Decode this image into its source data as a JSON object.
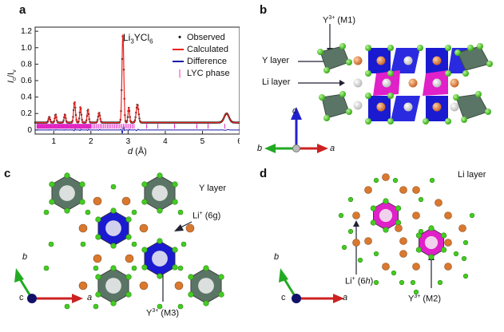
{
  "panels": {
    "a": {
      "letter": "a",
      "compound_main": "Li",
      "compound_sub1": "3",
      "compound_mid": "YCl",
      "compound_sub2": "6",
      "legend": [
        "Observed",
        "Calculated",
        "Difference",
        "LYC phase"
      ],
      "ylabel_I": "I",
      "ylabel_o": "o",
      "ylabel_slash": "/I",
      "ylabel_v": "v",
      "xlabel_d": "d",
      "xlabel_unit": " (Å)"
    },
    "b": {
      "letter": "b",
      "m1_label_prefix": "Y",
      "m1_label_sup": "3+",
      "m1_label_suffix": " (M1)",
      "y_layer": "Y layer",
      "li_layer": "Li layer",
      "axis_c": "c",
      "axis_b": "b",
      "axis_a": "a"
    },
    "c": {
      "letter": "c",
      "y_layer": "Y layer",
      "li_label_prefix": "Li",
      "li_label_sup": "+",
      "li_label_suffix": " (6g)",
      "m3_label_prefix": "Y",
      "m3_label_sup": "3+",
      "m3_label_suffix": " (M3)",
      "axis_b": "b",
      "axis_c": "c",
      "axis_a": "a"
    },
    "d": {
      "letter": "d",
      "li_layer": "Li layer",
      "li_label_prefix": "Li",
      "li_label_sup": "+",
      "li_label_suffix": " (6h)",
      "m2_label_prefix": "Y",
      "m2_label_sup": "3+",
      "m2_label_suffix": " (M2)",
      "axis_b": "b",
      "axis_c": "c",
      "axis_a": "a"
    }
  },
  "colors": {
    "observed": "#111111",
    "calculated": "#e8231f",
    "difference": "#1a1aa8",
    "lyc_phase": "#e020c0",
    "cl_green": "#44cc22",
    "li_orange": "#d9782e",
    "y_octa_gray": "#5a7565",
    "y_octa_blue": "#1a1ad0",
    "y_octa_magenta": "#e020c8"
  },
  "chart_data": {
    "type": "line",
    "title": "",
    "xlabel": "d (Å)",
    "ylabel": "Io/Iv",
    "xlim": [
      0.5,
      6.0
    ],
    "ylim": [
      -0.05,
      1.25
    ],
    "xticks": [
      1,
      2,
      3,
      4,
      5,
      6
    ],
    "yticks": [
      0,
      0.2,
      0.4,
      0.6,
      0.8,
      1.0,
      1.2
    ],
    "ytick_labels": [
      "0",
      "0.2",
      "0.4",
      "0.6",
      "0.8",
      "1.0",
      "1.2"
    ],
    "peaks": [
      {
        "d": 0.88,
        "h": 0.07,
        "w": 0.03
      },
      {
        "d": 1.05,
        "h": 0.1,
        "w": 0.03
      },
      {
        "d": 1.3,
        "h": 0.1,
        "w": 0.03
      },
      {
        "d": 1.56,
        "h": 0.25,
        "w": 0.035
      },
      {
        "d": 1.72,
        "h": 0.19,
        "w": 0.03
      },
      {
        "d": 1.92,
        "h": 0.16,
        "w": 0.03
      },
      {
        "d": 2.22,
        "h": 0.12,
        "w": 0.035
      },
      {
        "d": 2.86,
        "h": 1.07,
        "w": 0.035
      },
      {
        "d": 3.02,
        "h": 0.18,
        "w": 0.03
      },
      {
        "d": 3.25,
        "h": 0.22,
        "w": 0.045
      },
      {
        "d": 5.65,
        "h": 0.11,
        "w": 0.09
      }
    ],
    "baseline": 0.09,
    "difference_offset": 0.0,
    "tick_marks_y": 0.045,
    "series": [
      {
        "name": "Observed"
      },
      {
        "name": "Calculated"
      },
      {
        "name": "Difference"
      },
      {
        "name": "LYC phase"
      }
    ]
  }
}
